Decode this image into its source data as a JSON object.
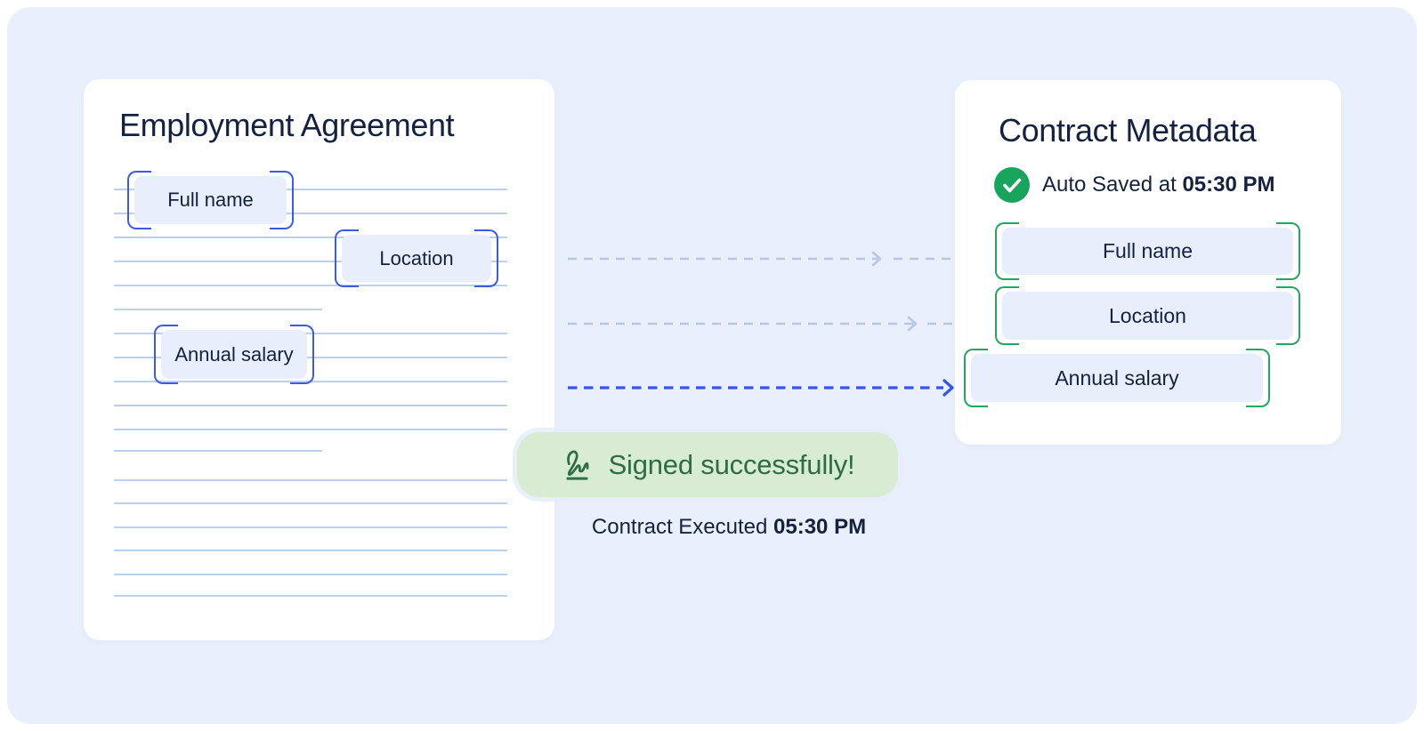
{
  "colors": {
    "bg_panel": "#e9f0fb",
    "card_bg": "#ffffff",
    "ink": "#14213f",
    "rule_line": "#bdd0ee",
    "chip_bg": "#e8eefb",
    "accent_blue": "#3b5ce1",
    "accent_green": "#24a562",
    "arrow_light": "#b5c6e8",
    "arrow_active": "#3356e8",
    "check_green": "#18a45c",
    "badge_bg": "#d8ecd3",
    "badge_text": "#2e6b47"
  },
  "document": {
    "title": "Employment Agreement",
    "fields": [
      {
        "label": "Full name"
      },
      {
        "label": "Location"
      },
      {
        "label": "Annual salary"
      }
    ]
  },
  "metadata": {
    "title": "Contract Metadata",
    "auto_saved_label": "Auto Saved at",
    "auto_saved_time": "05:30 PM",
    "fields": [
      {
        "label": "Full name"
      },
      {
        "label": "Location"
      },
      {
        "label": "Annual salary"
      }
    ]
  },
  "signed": {
    "badge_label": "Signed successfully!",
    "executed_label": "Contract Executed",
    "executed_time": "05:30 PM"
  },
  "icons": {
    "status": "check-icon",
    "badge": "signature-icon",
    "field_corners": "bracket-icon",
    "flow": "dashed-arrow-icon"
  }
}
